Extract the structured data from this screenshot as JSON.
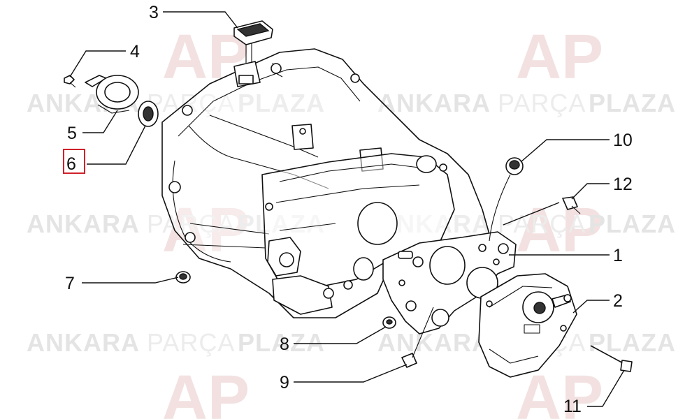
{
  "watermark": {
    "brand_bold_1": "ANKARA",
    "brand_light": "PARÇA",
    "brand_bold_2": "PLAZA",
    "logo_text": "AP",
    "color_bold": "#e4e4e4",
    "color_light": "#ececec",
    "logo_color": "#f3e1e1"
  },
  "callouts": [
    {
      "id": "3",
      "label": "3"
    },
    {
      "id": "4",
      "label": "4"
    },
    {
      "id": "5",
      "label": "5"
    },
    {
      "id": "6",
      "label": "6",
      "highlighted": true
    },
    {
      "id": "7",
      "label": "7"
    },
    {
      "id": "8",
      "label": "8"
    },
    {
      "id": "9",
      "label": "9"
    },
    {
      "id": "10",
      "label": "10"
    },
    {
      "id": "12",
      "label": "12"
    },
    {
      "id": "1",
      "label": "1"
    },
    {
      "id": "2",
      "label": "2"
    },
    {
      "id": "11",
      "label": "11"
    }
  ],
  "highlight_color": "#d0202a"
}
